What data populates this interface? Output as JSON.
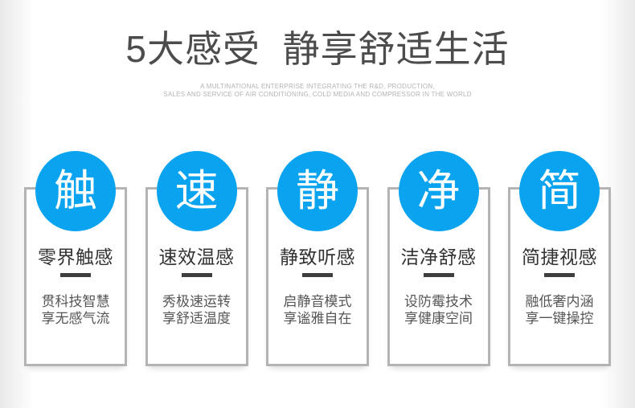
{
  "page": {
    "title": "5大感受  静享舒适生活",
    "subtitle_line1": "A MULTINATIONAL ENTERPRISE INTEGRATING THE R&D, PRODUCTION,",
    "subtitle_line2": "SALES AND SERVICE OF AIR CONDITIONING, COLD MEDIA AND COMPRESSOR IN THE WORLD"
  },
  "colors": {
    "accent_blue": "#0aa3ef",
    "card_border": "#b4b4b4",
    "divider_dark": "#3e3e3e",
    "title_gray": "#4c4c4c",
    "subtitle_gray": "#b3b3b3",
    "badge_text": "#ffffff"
  },
  "cards": [
    {
      "badge": "触",
      "title": "零界触感",
      "desc_line1": "贯科技智慧",
      "desc_line2": "享无感气流"
    },
    {
      "badge": "速",
      "title": "速效温感",
      "desc_line1": "秀极速运转",
      "desc_line2": "享舒适温度"
    },
    {
      "badge": "静",
      "title": "静致听感",
      "desc_line1": "启静音模式",
      "desc_line2": "享谧雅自在"
    },
    {
      "badge": "净",
      "title": "洁净舒感",
      "desc_line1": "设防霉技术",
      "desc_line2": "享健康空间"
    },
    {
      "badge": "简",
      "title": "简捷视感",
      "desc_line1": "融低奢内涵",
      "desc_line2": "享一键操控"
    }
  ]
}
